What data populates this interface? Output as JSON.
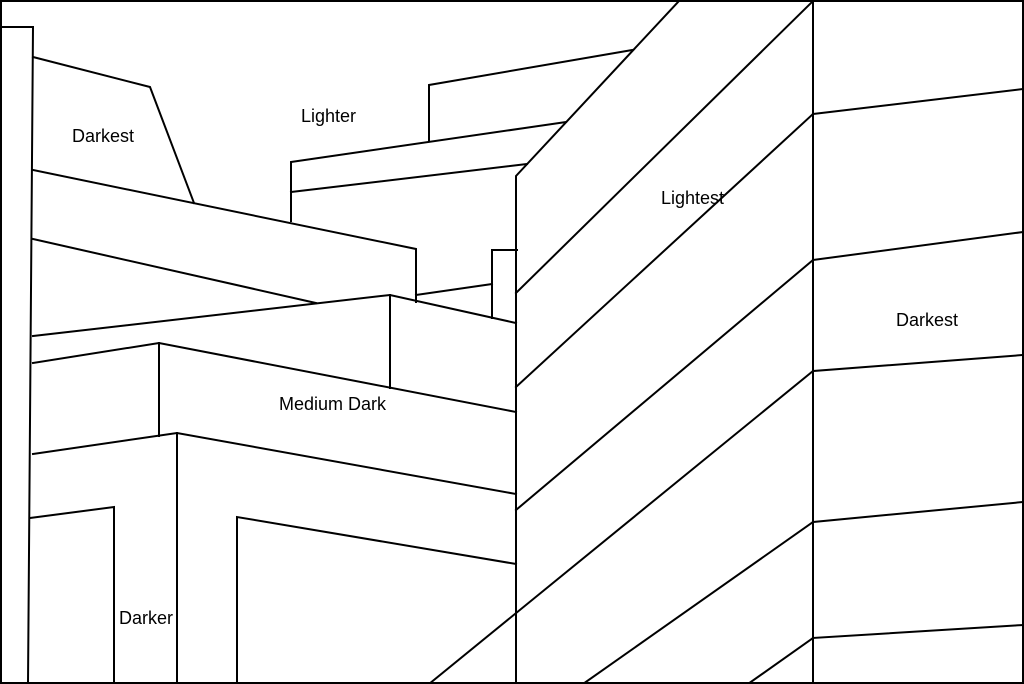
{
  "labels": {
    "darkest_left": "Darkest",
    "lighter": "Lighter",
    "lightest": "Lightest",
    "darkest_right": "Darkest",
    "medium_dark": "Medium Dark",
    "darker": "Darker"
  },
  "colors": {
    "line": "#000000",
    "background": "#ffffff"
  }
}
